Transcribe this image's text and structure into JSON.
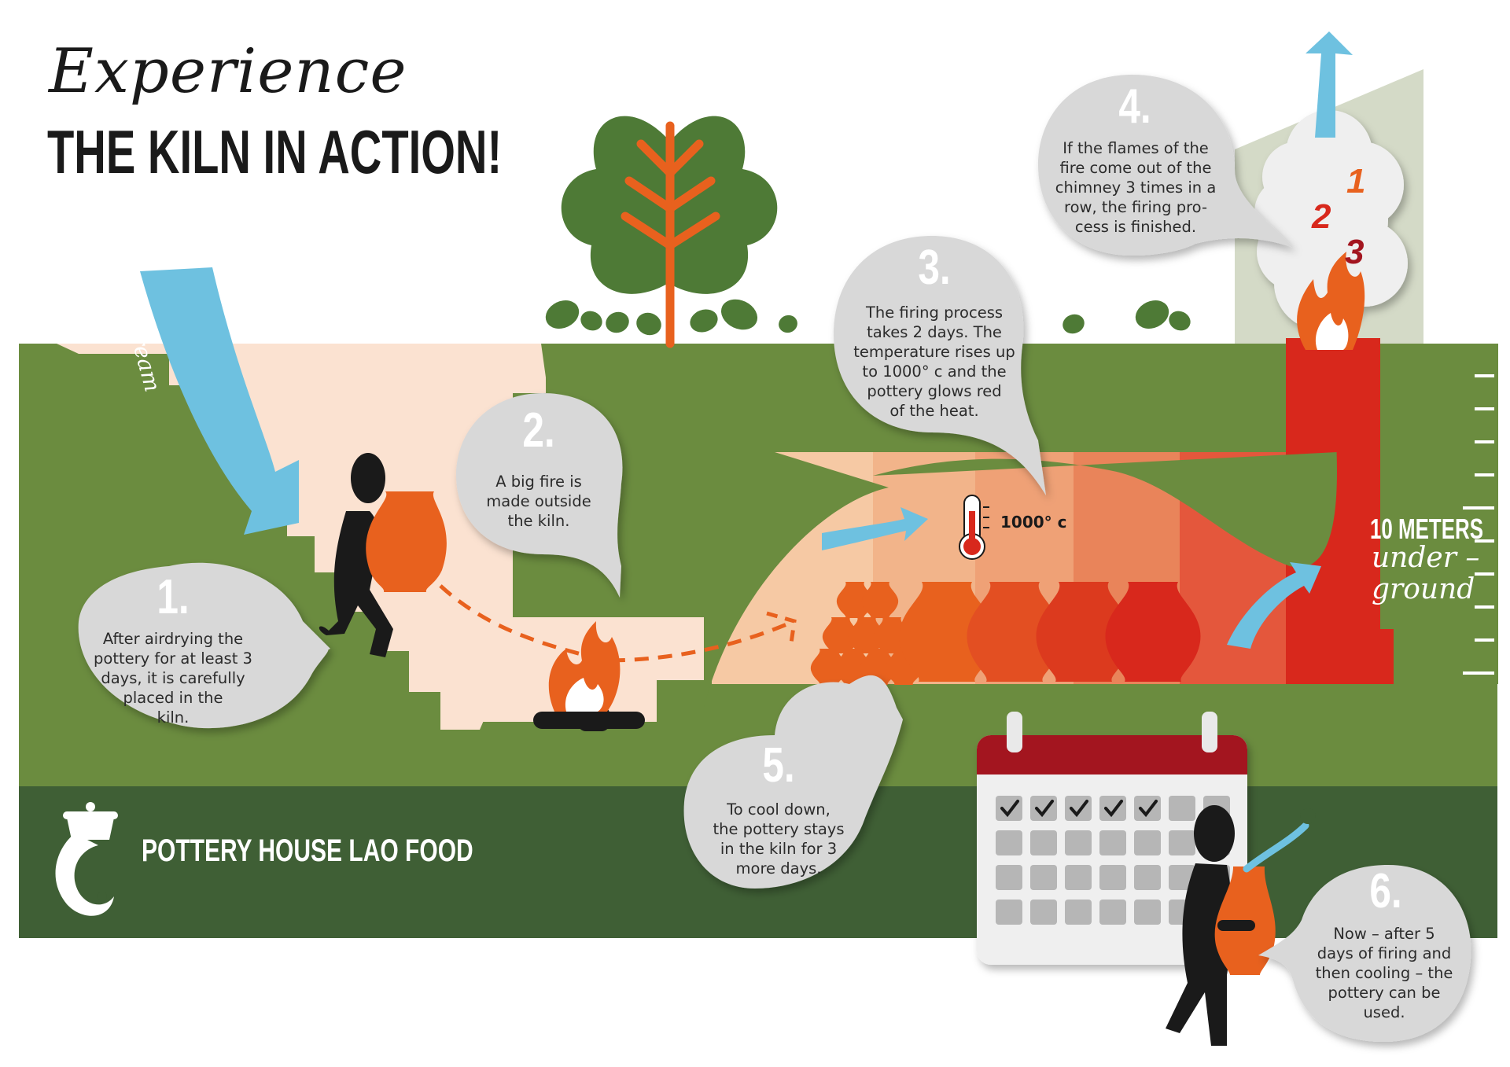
{
  "title": {
    "script": "Experience",
    "main": "THE KILN IN ACTION!"
  },
  "labels": {
    "airstream": "airstream",
    "temperature": "1000° c",
    "depth_main": "10 METERS",
    "depth_script_line1": "under –",
    "depth_script_line2": "ground",
    "counter": [
      "1",
      "2",
      "3"
    ]
  },
  "steps": [
    {
      "number": "1.",
      "text": [
        "After airdrying the",
        "pottery for at least 3",
        "days, it is carefully",
        "placed in the",
        "kiln."
      ]
    },
    {
      "number": "2.",
      "text": [
        "A big fire is",
        "made outside",
        "the kiln."
      ]
    },
    {
      "number": "3.",
      "text": [
        "The firing process",
        "takes 2 days. The",
        "temperature rises up",
        "to 1000° c and the",
        "pottery glows red",
        "of the heat."
      ]
    },
    {
      "number": "4.",
      "text": [
        "If the flames of the",
        "fire come out of the",
        "chimney 3 times in a",
        "row, the firing pro-",
        "cess is finished."
      ]
    },
    {
      "number": "5.",
      "text": [
        "To cool down,",
        "the pottery stays",
        "in the kiln for 3",
        "more days."
      ]
    },
    {
      "number": "6.",
      "text": [
        "Now – after 5",
        "days of firing and",
        "then cooling – the",
        "pottery can be",
        "used."
      ]
    }
  ],
  "brand": {
    "name": "POTTERY HOUSE LAO FOOD"
  },
  "calendar": {
    "checked_days": 5
  },
  "colors": {
    "grass": "#6b8c3f",
    "dark_green": "#3f5f35",
    "sand": "#fbe2d1",
    "bubble": "#d8d8d8",
    "orange": "#e8611e",
    "red": "#d8281c",
    "sky_arrow": "#6ec1e0",
    "chimney": "#d4dac7",
    "silhouette": "#1a1a1a"
  }
}
